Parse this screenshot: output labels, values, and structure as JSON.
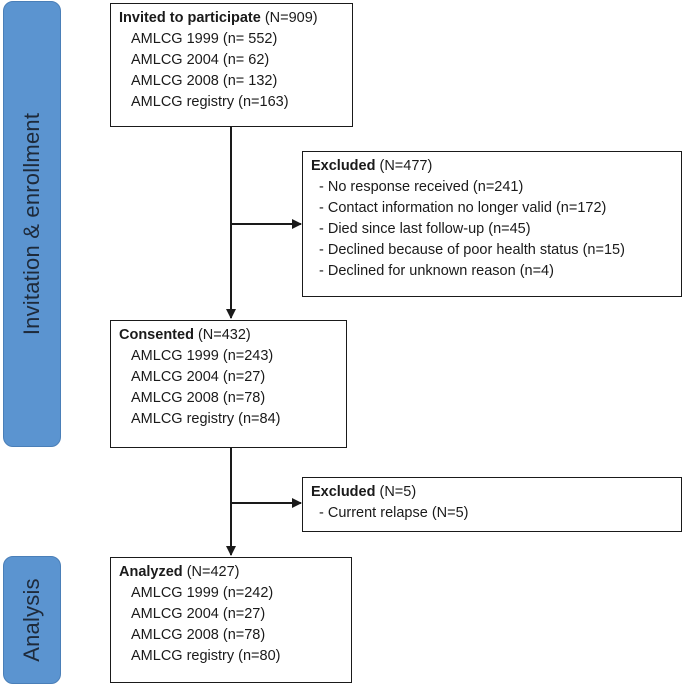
{
  "sidebars": [
    {
      "label": "Invitation & enrollment"
    },
    {
      "label": "Analysis"
    }
  ],
  "boxes": {
    "invited": {
      "title": "Invited to participate",
      "count": "(N=909)",
      "lines": [
        "AMLCG 1999 (n= 552)",
        "AMLCG 2004 (n= 62)",
        "AMLCG 2008 (n= 132)",
        "AMLCG registry (n=163)"
      ]
    },
    "excluded1": {
      "title": "Excluded",
      "count": "(N=477)",
      "lines": [
        "- No response received (n=241)",
        "- Contact information no longer valid  (n=172)",
        "- Died since last follow-up (n=45)",
        "- Declined because of poor health status (n=15)",
        "- Declined for unknown reason  (n=4)"
      ]
    },
    "consented": {
      "title": "Consented",
      "count": "(N=432)",
      "lines": [
        "AMLCG 1999 (n=243)",
        "AMLCG 2004 (n=27)",
        "AMLCG 2008 (n=78)",
        "AMLCG registry (n=84)"
      ]
    },
    "excluded2": {
      "title": "Excluded",
      "count": "(N=5)",
      "lines": [
        "- Current relapse (N=5)"
      ]
    },
    "analyzed": {
      "title": "Analyzed",
      "count": "(N=427)",
      "lines": [
        "AMLCG 1999 (n=242)",
        "AMLCG 2004 (n=27)",
        "AMLCG 2008 (n=78)",
        "AMLCG registry (n=80)"
      ]
    }
  }
}
